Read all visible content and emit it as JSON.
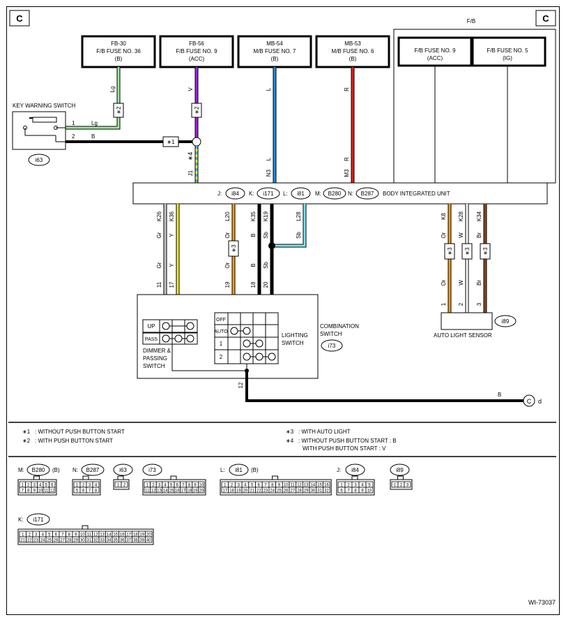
{
  "sheet": {
    "corner_left": "C",
    "corner_right": "C",
    "fb_label": "F/B",
    "code": "WI-73037"
  },
  "fuses": [
    {
      "code": "FB-30",
      "name": "F/B FUSE NO. 36",
      "power": "(B)"
    },
    {
      "code": "FB-56",
      "name": "F/B FUSE NO. 9",
      "power": "(ACC)"
    },
    {
      "code": "MB-54",
      "name": "M/B FUSE NO. 7",
      "power": "(B)"
    },
    {
      "code": "MB-53",
      "name": "M/B FUSE NO. 6",
      "power": "(B)"
    }
  ],
  "fb_fuses": [
    {
      "name": "F/B FUSE NO. 9",
      "power": "(ACC)"
    },
    {
      "name": "F/B FUSE NO. 5",
      "power": "(IG)"
    }
  ],
  "key_switch": {
    "title": "KEY WARNING SWITCH",
    "pin1": "1",
    "wire1": "Lg",
    "pin2": "2",
    "wire2": "B",
    "connector": "i63"
  },
  "top_wires": {
    "w1": "Lg",
    "w2": "V",
    "w3": "L",
    "w3b": "L",
    "w3pin": "N3",
    "w4": "R",
    "w4b": "R",
    "w4pin": "M3",
    "j1pin": "J1",
    "note1": "∗1",
    "note2": "∗2",
    "note4": "∗4"
  },
  "biu": {
    "label": "BODY INTEGRATED UNIT",
    "conns": [
      {
        "pre": "J:",
        "id": "i84"
      },
      {
        "pre": "K:",
        "id": "i171"
      },
      {
        "pre": "L:",
        "id": "i81"
      },
      {
        "pre": "M:",
        "id": "B280"
      },
      {
        "pre": "N:",
        "id": "B287"
      }
    ]
  },
  "lower_wires": [
    {
      "term": "K26",
      "color": "Gr",
      "color2": "Gr",
      "pin": "11",
      "stroke": "#c8c8c8"
    },
    {
      "term": "K36",
      "color": "Y",
      "color2": "Y",
      "pin": "17",
      "stroke": "#f2ec2c"
    },
    {
      "term": "L20",
      "color": "Or",
      "color2": "Or",
      "pin": "19",
      "stroke": "#f2a01a"
    },
    {
      "term": "K35",
      "color": "B",
      "color2": "B",
      "pin": "18",
      "stroke": "#000000"
    },
    {
      "term": "K19",
      "color": "Sb",
      "color2": "Sb",
      "pin": "20",
      "stroke": "#000000"
    },
    {
      "term": "L28",
      "color": "Sb",
      "color2": "",
      "pin": "",
      "stroke": "#7fe4f4"
    }
  ],
  "sensor_wires": [
    {
      "term": "K8",
      "color": "Or",
      "color2": "Or",
      "pin": "1",
      "stroke": "#f2a01a"
    },
    {
      "term": "K28",
      "color": "W",
      "color2": "W",
      "pin": "2",
      "stroke": "#ffffff"
    },
    {
      "term": "K34",
      "color": "Br",
      "color2": "Br",
      "pin": "3",
      "stroke": "#8c4a14"
    }
  ],
  "combo": {
    "title": "COMBINATION",
    "title2": "SWITCH",
    "connector": "i73",
    "dimmer_label": "DIMMER &",
    "dimmer_label2": "PASSING",
    "dimmer_label3": "SWITCH",
    "up": "UP",
    "pass": "PASS",
    "lighting_label": "LIGHTING",
    "lighting_label2": "SWITCH",
    "off": "OFF",
    "auto": "AUTO",
    "pos1": "1",
    "pos2": "2",
    "ground_pin": "12",
    "ground_color": "B",
    "ground_ref": "C",
    "ground_suffix": "d",
    "note3": "∗3"
  },
  "sensor": {
    "label": "AUTO LIGHT SENSOR",
    "connector": "i89",
    "note3": "∗3"
  },
  "notes": [
    {
      "mark": "∗1",
      "text": ": WITHOUT PUSH BUTTON START"
    },
    {
      "mark": "∗2",
      "text": ": WITH PUSH BUTTON START"
    },
    {
      "mark": "∗3",
      "text": ": WITH AUTO LIGHT"
    },
    {
      "mark": "∗4",
      "text": ": WITHOUT PUSH BUTTON START  : B"
    },
    {
      "mark": "",
      "text": "WITH PUSH BUTTON START  : V"
    }
  ],
  "connectors": [
    {
      "pre": "M:",
      "id": "B280",
      "post": "(B)",
      "row1": [
        "1",
        "2",
        "3",
        "4",
        "5",
        "6"
      ],
      "row2": [
        "7",
        "8",
        "9",
        "10",
        "11",
        "12"
      ]
    },
    {
      "pre": "N:",
      "id": "B287",
      "post": "",
      "row1": [
        "1",
        "2",
        "3",
        "4"
      ],
      "row2": [
        "5",
        "6",
        "7",
        "8"
      ]
    },
    {
      "pre": "",
      "id": "i63",
      "post": "",
      "row1": [
        "1",
        "2"
      ],
      "row2": []
    },
    {
      "pre": "",
      "id": "i73",
      "post": "",
      "row1": [
        "1",
        "2",
        "3",
        "4",
        "5",
        "6",
        "7",
        "8",
        "9",
        "10"
      ],
      "row2": [
        "11",
        "12",
        "13",
        "14",
        "15",
        "16",
        "17",
        "18",
        "19",
        "20"
      ]
    },
    {
      "pre": "L:",
      "id": "i81",
      "post": "(B)",
      "row1": [
        "1",
        "2",
        "3",
        "4",
        "5",
        "6",
        "7",
        "8",
        "9",
        "10",
        "11",
        "12",
        "13",
        "14",
        "15",
        "16"
      ],
      "row2": [
        "17",
        "18",
        "19",
        "20",
        "21",
        "22",
        "23",
        "24",
        "25",
        "26",
        "27",
        "28",
        "29",
        "30",
        "31",
        "32"
      ]
    },
    {
      "pre": "J:",
      "id": "i84",
      "post": "",
      "row1": [
        "1",
        "2",
        "3",
        "4",
        "5"
      ],
      "row2": [
        "6",
        "7",
        "8",
        "9",
        "10"
      ]
    },
    {
      "pre": "",
      "id": "i89",
      "post": "",
      "row1": [
        "1",
        "2",
        "3"
      ],
      "row2": []
    },
    {
      "pre": "K:",
      "id": "i171",
      "post": "",
      "row1": [
        "1",
        "2",
        "3",
        "4",
        "5",
        "6",
        "7",
        "8",
        "9",
        "10",
        "11",
        "12",
        "13",
        "14",
        "15",
        "16",
        "17",
        "18",
        "19",
        "20"
      ],
      "row2": [
        "21",
        "22",
        "23",
        "24",
        "25",
        "26",
        "27",
        "28",
        "29",
        "30",
        "31",
        "32",
        "33",
        "34",
        "35",
        "36",
        "37",
        "38",
        "39",
        "40"
      ]
    }
  ]
}
